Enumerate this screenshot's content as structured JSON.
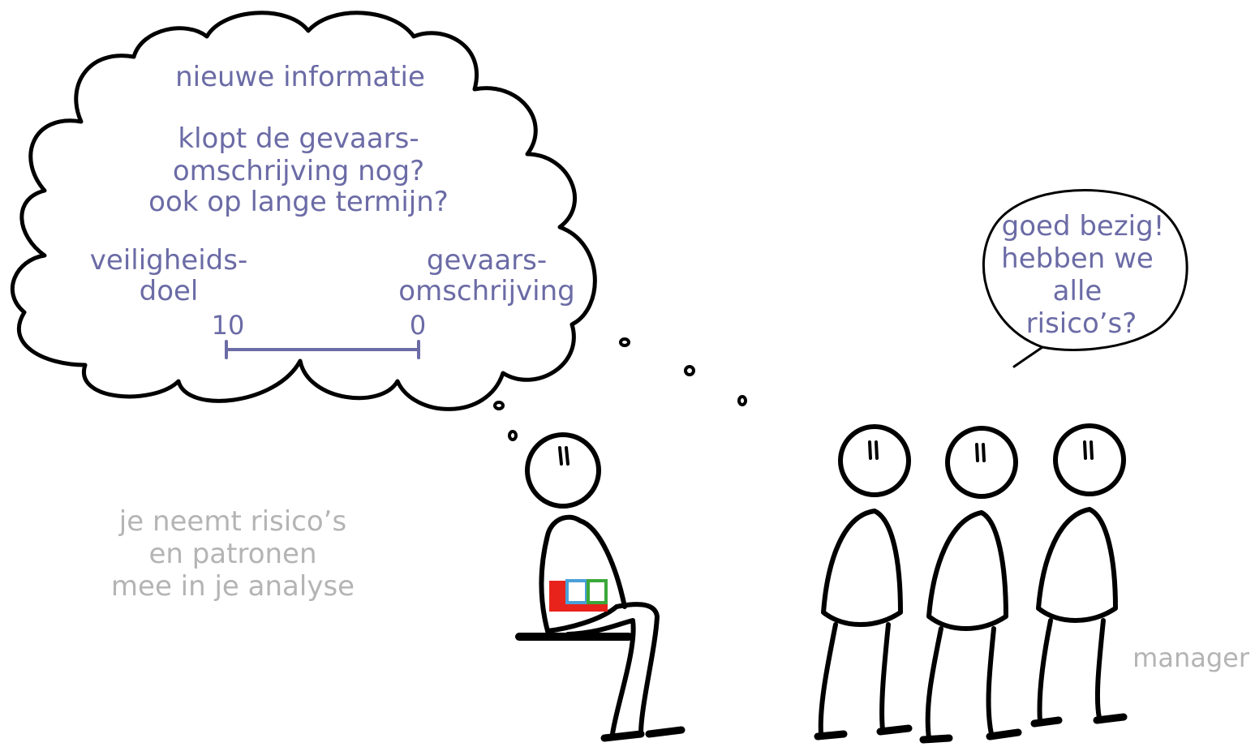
{
  "colors": {
    "ink": "#000000",
    "text_purple": "#6b6ba6",
    "text_gray": "#b4b4b4",
    "book_red": "#e8231c",
    "book_blue": "#4aa0d8",
    "book_green": "#3aa83a"
  },
  "thought_cloud": {
    "heading": "nieuwe informatie",
    "question_lines": [
      "klopt de gevaars-",
      "omschrijving nog?",
      "ook op lange termijn?"
    ],
    "left_label_lines": [
      "veiligheids-",
      "doel"
    ],
    "right_label_lines": [
      "gevaars-",
      "omschrijving"
    ],
    "scale_left_value": "10",
    "scale_right_value": "0"
  },
  "speech_bubble": {
    "lines": [
      "goed bezig!",
      "hebben we",
      "alle",
      "risico’s?"
    ]
  },
  "caption": {
    "lines": [
      "je neemt risico’s",
      "en patronen",
      "mee in je analyse"
    ]
  },
  "manager_label": "manager"
}
